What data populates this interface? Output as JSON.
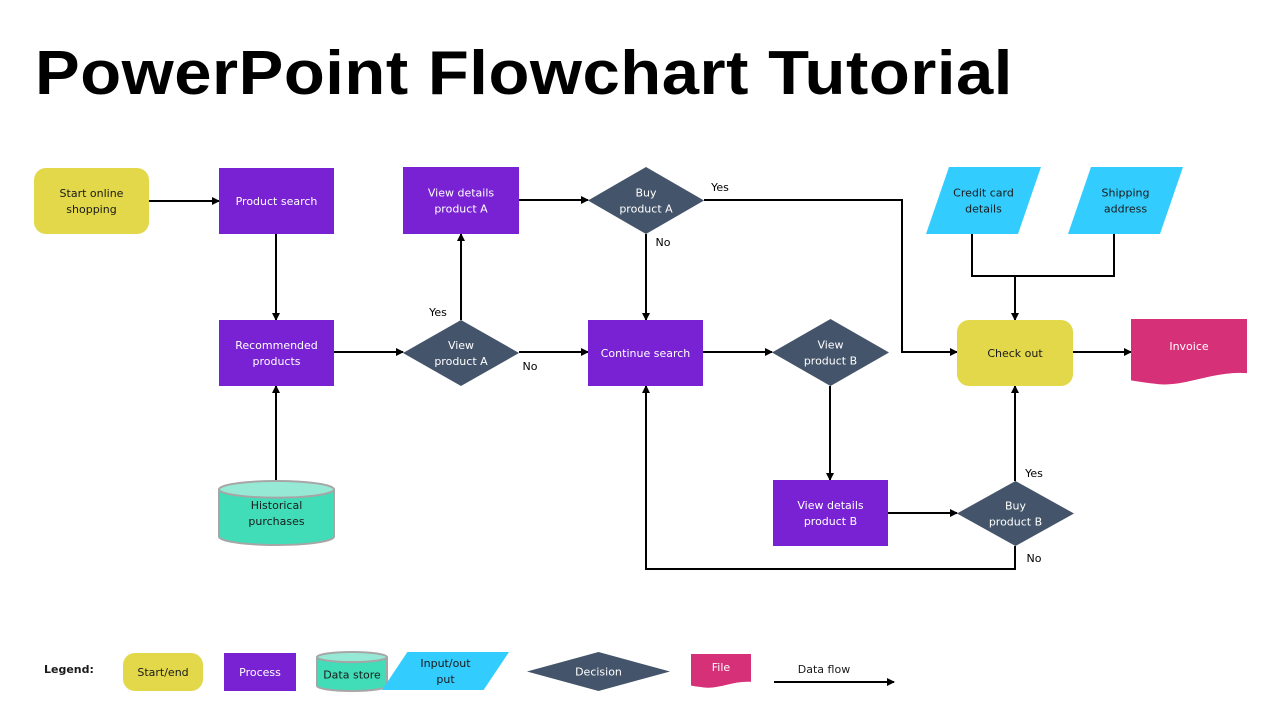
{
  "title": "PowerPoint Flowchart Tutorial",
  "colors": {
    "start_end": "#E2D84A",
    "process": "#7822D4",
    "data_store": "#40DDB8",
    "data_store_top": "#96EAD5",
    "input_output": "#33CCFF",
    "decision": "#44546A",
    "file": "#D63078",
    "flow": "#000000"
  },
  "nodes": {
    "start": {
      "type": "start_end",
      "lines": [
        "Start online",
        "shopping"
      ]
    },
    "product_search": {
      "type": "process",
      "lines": [
        "Product search"
      ]
    },
    "recommended": {
      "type": "process",
      "lines": [
        "Recommended",
        "products"
      ]
    },
    "historical": {
      "type": "data_store",
      "lines": [
        "Historical",
        "purchases"
      ]
    },
    "view_a": {
      "type": "decision",
      "lines": [
        "View",
        "product A"
      ]
    },
    "details_a": {
      "type": "process",
      "lines": [
        "View details",
        "product A"
      ]
    },
    "buy_a": {
      "type": "decision",
      "lines": [
        "Buy",
        "product A"
      ]
    },
    "continue": {
      "type": "process",
      "lines": [
        "Continue search"
      ]
    },
    "view_b": {
      "type": "decision",
      "lines": [
        "View",
        "product B"
      ]
    },
    "details_b": {
      "type": "process",
      "lines": [
        "View details",
        "product B"
      ]
    },
    "buy_b": {
      "type": "decision",
      "lines": [
        "Buy",
        "product B"
      ]
    },
    "credit": {
      "type": "input_output",
      "lines": [
        "Credit card",
        "details"
      ]
    },
    "shipping": {
      "type": "input_output",
      "lines": [
        "Shipping",
        "address"
      ]
    },
    "checkout": {
      "type": "start_end",
      "lines": [
        "Check out"
      ]
    },
    "invoice": {
      "type": "file",
      "lines": [
        "Invoice"
      ]
    }
  },
  "edges": [
    {
      "from": "start",
      "to": "product_search",
      "label": ""
    },
    {
      "from": "product_search",
      "to": "recommended",
      "label": ""
    },
    {
      "from": "historical",
      "to": "recommended",
      "label": ""
    },
    {
      "from": "recommended",
      "to": "view_a",
      "label": ""
    },
    {
      "from": "view_a",
      "to": "details_a",
      "label": "Yes"
    },
    {
      "from": "view_a",
      "to": "continue",
      "label": "No"
    },
    {
      "from": "details_a",
      "to": "buy_a",
      "label": ""
    },
    {
      "from": "buy_a",
      "to": "checkout",
      "label": "Yes"
    },
    {
      "from": "buy_a",
      "to": "continue",
      "label": "No"
    },
    {
      "from": "continue",
      "to": "view_b",
      "label": ""
    },
    {
      "from": "view_b",
      "to": "details_b",
      "label": ""
    },
    {
      "from": "details_b",
      "to": "buy_b",
      "label": ""
    },
    {
      "from": "buy_b",
      "to": "checkout",
      "label": "Yes"
    },
    {
      "from": "buy_b",
      "to": "continue",
      "label": "No"
    },
    {
      "from": "credit",
      "to": "checkout",
      "label": ""
    },
    {
      "from": "shipping",
      "to": "checkout",
      "label": ""
    },
    {
      "from": "checkout",
      "to": "invoice",
      "label": ""
    }
  ],
  "legend": {
    "heading": "Legend:",
    "items": [
      {
        "type": "start_end",
        "label": "Start/end"
      },
      {
        "type": "process",
        "label": "Process"
      },
      {
        "type": "data_store",
        "label": "Data store"
      },
      {
        "type": "input_output",
        "lines": [
          "Input/out",
          "put"
        ]
      },
      {
        "type": "decision",
        "label": "Decision"
      },
      {
        "type": "file",
        "label": "File"
      },
      {
        "type": "flow",
        "label": "Data flow"
      }
    ]
  }
}
